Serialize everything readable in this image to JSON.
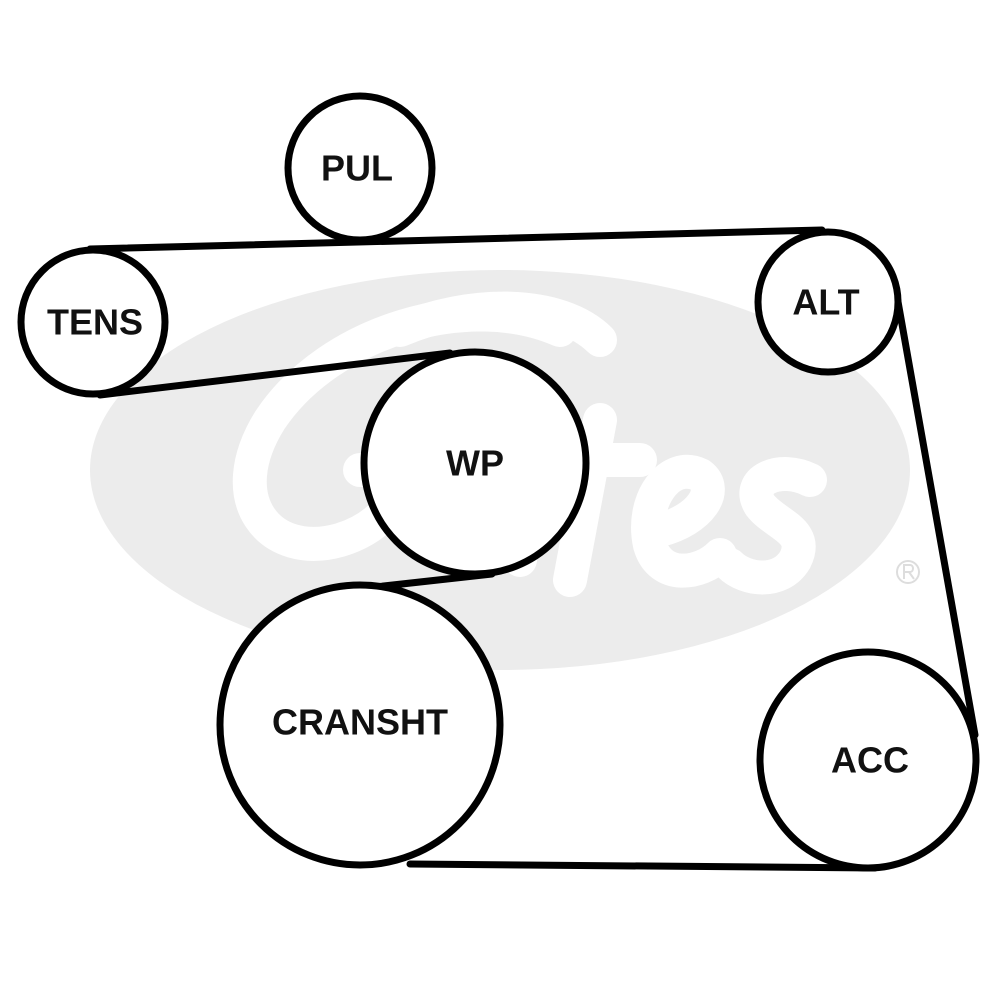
{
  "diagram": {
    "watermark": {
      "brand": "Gates",
      "registered_mark": "®",
      "color": "#e8e8e8"
    },
    "pulleys": [
      {
        "id": "pul",
        "label": "PUL"
      },
      {
        "id": "tens",
        "label": "TENS"
      },
      {
        "id": "alt",
        "label": "ALT"
      },
      {
        "id": "wp",
        "label": "WP"
      },
      {
        "id": "cransht",
        "label": "CRANSHT"
      },
      {
        "id": "acc",
        "label": "ACC"
      }
    ]
  }
}
